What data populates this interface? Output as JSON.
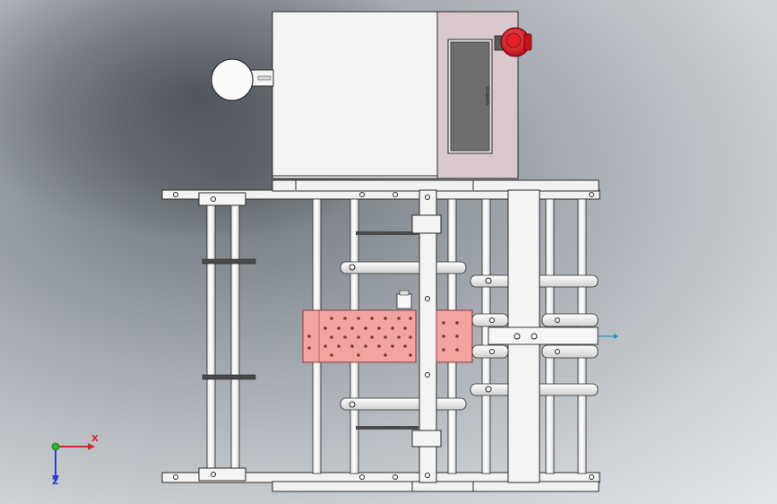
{
  "viewport": {
    "name": "cad-top-view",
    "panel_brand": "SIEMENS"
  },
  "axes": {
    "x_label": "X",
    "z_label": "Z"
  },
  "colors": {
    "frame": "#f2f2f2",
    "outline": "#2a2a2a",
    "panel": "#d9c8cc",
    "screen": "#6e6e6e",
    "estop": "#d8141c",
    "conveyor": "#f4a4a0",
    "axis_x": "#d42a2a",
    "axis_y": "#2ab52a",
    "axis_z": "#2a3ad4"
  }
}
